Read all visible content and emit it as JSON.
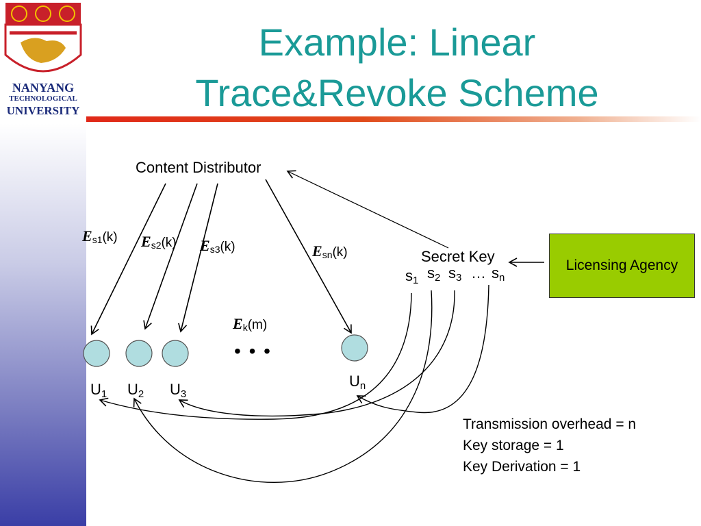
{
  "slide": {
    "title_line1": "Example: Linear",
    "title_line2": "Trace&Revoke Scheme"
  },
  "logo": {
    "line1": "NANYANG",
    "line2": "TECHNOLOGICAL",
    "line3": "UNIVERSITY"
  },
  "diagram": {
    "content_distributor": "Content Distributor",
    "secret_key": "Secret Key",
    "licensing_agency": "Licensing Agency",
    "encryptions": [
      {
        "symbol": "E",
        "sub": "s1",
        "arg": "(k)"
      },
      {
        "symbol": "E",
        "sub": "s2",
        "arg": "(k)"
      },
      {
        "symbol": "E",
        "sub": "s3",
        "arg": "(k)"
      },
      {
        "symbol": "E",
        "sub": "sn",
        "arg": "(k)"
      },
      {
        "symbol": "E",
        "sub": "k",
        "arg": "(m)"
      }
    ],
    "keys": [
      {
        "base": "s",
        "sub": "1"
      },
      {
        "base": "s",
        "sub": "2"
      },
      {
        "base": "s",
        "sub": "3"
      },
      {
        "base": "…",
        "sub": ""
      },
      {
        "base": "s",
        "sub": "n"
      }
    ],
    "users": [
      {
        "base": "U",
        "sub": "1"
      },
      {
        "base": "U",
        "sub": "2"
      },
      {
        "base": "U",
        "sub": "3"
      },
      {
        "base": "U",
        "sub": "n"
      }
    ],
    "ellipsis": "• • •"
  },
  "stats": {
    "line1": "Transmission overhead = n",
    "line2": "Key storage = 1",
    "line3": "Key Derivation = 1"
  },
  "colors": {
    "title": "#1a9a97",
    "node_fill": "#b0dde0",
    "agency_fill": "#99cc00",
    "divider": "#e02818"
  }
}
